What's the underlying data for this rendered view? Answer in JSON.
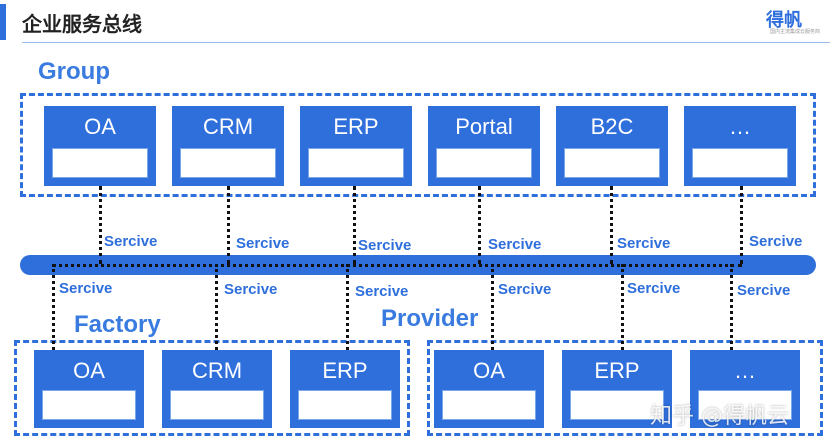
{
  "header": {
    "title": "企业服务总线",
    "logo_text": "得帆",
    "logo_icon": "df-logo-icon",
    "logo_subtitle": "国内主流集成云服务商"
  },
  "colors": {
    "primary": "#2f6fdc",
    "label": "#3a7be0"
  },
  "group": {
    "label": "Group",
    "systems": [
      "OA",
      "CRM",
      "ERP",
      "Portal",
      "B2C",
      "…"
    ]
  },
  "factory": {
    "label": "Factory",
    "systems": [
      "OA",
      "CRM",
      "ERP"
    ]
  },
  "provider": {
    "label": "Provider",
    "systems": [
      "OA",
      "ERP",
      "…"
    ]
  },
  "bus": {
    "service_label": "Sercive"
  },
  "watermark": "知乎 @得帆云"
}
